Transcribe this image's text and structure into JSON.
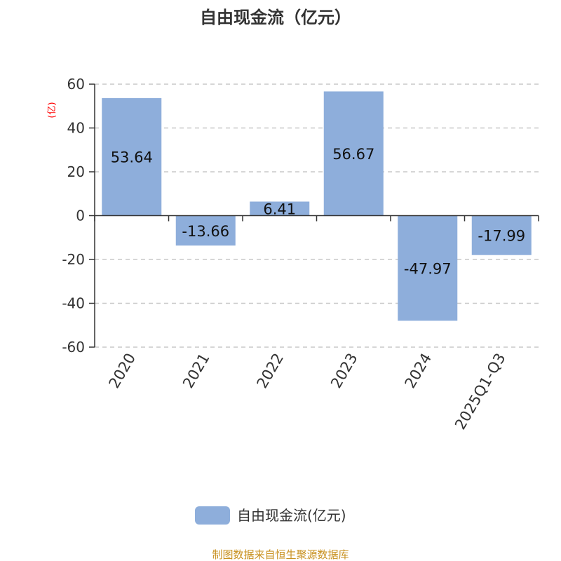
{
  "chart_data": {
    "type": "bar",
    "title": "自由现金流（亿元）",
    "ylabel": "(亿)",
    "xlabel": "",
    "categories": [
      "2020",
      "2021",
      "2022",
      "2023",
      "2024",
      "2025Q1-Q3"
    ],
    "series": [
      {
        "name": "自由现金流(亿元)",
        "values": [
          53.64,
          -13.66,
          6.41,
          56.67,
          -47.97,
          -17.99
        ],
        "color": "#8eaedb"
      }
    ],
    "data_labels": [
      "53.64",
      "-13.66",
      "6.41",
      "56.67",
      "-47.97",
      "-17.99"
    ],
    "ylim": [
      -60,
      60
    ],
    "yticks": [
      60,
      40,
      20,
      0,
      -20,
      -40,
      -60
    ],
    "grid": true,
    "legend_position": "bottom-center"
  },
  "footer": "制图数据来自恒生聚源数据库",
  "colors": {
    "ylabel": "#ff0000",
    "footer": "#c8901e",
    "grid": "#c8c8c8",
    "axis": "#333333"
  }
}
